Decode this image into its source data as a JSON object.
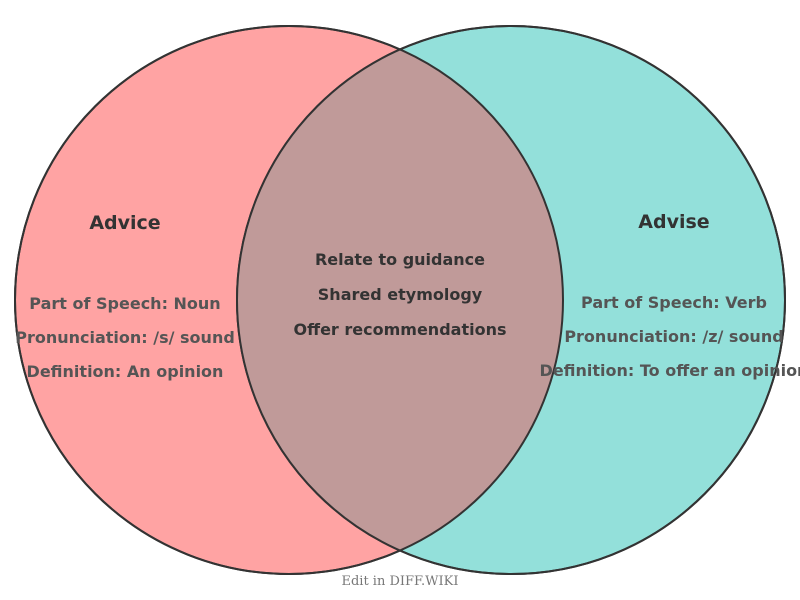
{
  "colors": {
    "left_fill": "#ffa3a3",
    "right_fill": "#93e0da",
    "overlap_fill": "#c09a99",
    "outline": "#333333"
  },
  "left_set": {
    "title": "Advice",
    "items": [
      "Part of Speech: Noun",
      "Pronunciation: /s/ sound",
      "Definition: An opinion"
    ]
  },
  "right_set": {
    "title": "Advise",
    "items": [
      "Part of Speech: Verb",
      "Pronunciation: /z/ sound",
      "Definition: To offer an opinion"
    ]
  },
  "overlap": {
    "items": [
      "Relate to guidance",
      "Shared etymology",
      "Offer recommendations"
    ]
  },
  "footer": {
    "text": "Edit in DIFF.WIKI"
  }
}
